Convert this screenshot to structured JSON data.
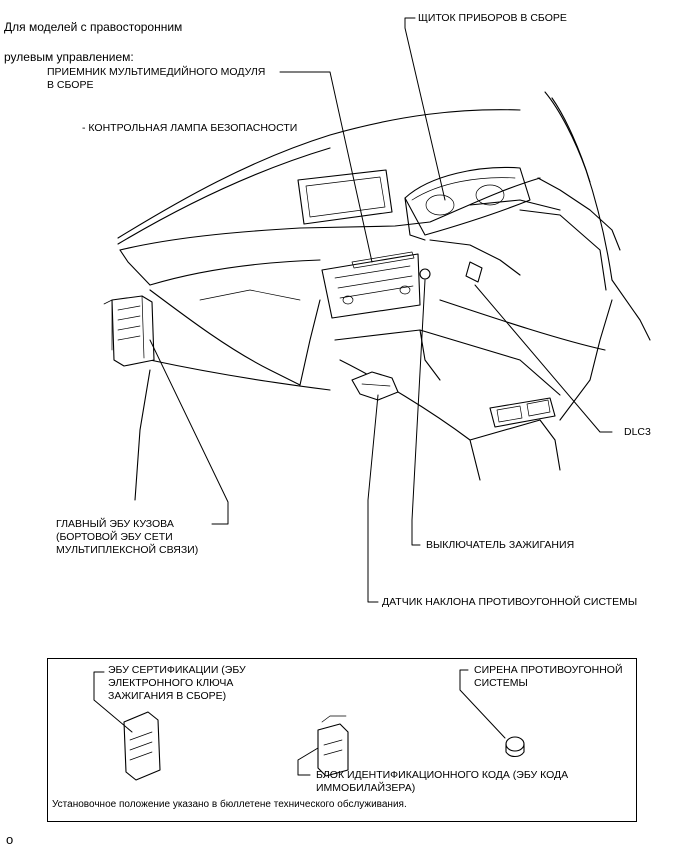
{
  "header": {
    "line1": "Для моделей с правосторонним",
    "line2": "рулевым управлением:"
  },
  "labels": {
    "instrument_cluster": "ЩИТОК ПРИБОРОВ В СБОРЕ",
    "multimedia_receiver": "ПРИЕМНИК МУЛЬТИМЕДИЙНОГО МОДУЛЯ\nВ СБОРЕ",
    "security_lamp": "- КОНТРОЛЬНАЯ ЛАМПА БЕЗОПАСНОСТИ",
    "dlc3": "DLC3",
    "main_body_ecu": "ГЛАВНЫЙ ЭБУ КУЗОВА\n(БОРТОВОЙ ЭБУ СЕТИ\nМУЛЬТИПЛЕКСНОЙ СВЯЗИ)",
    "ignition_switch": "ВЫКЛЮЧАТЕЛЬ ЗАЖИГАНИЯ",
    "tilt_sensor": "ДАТЧИК НАКЛОНА ПРОТИВОУГОННОЙ СИСТЕМЫ"
  },
  "box": {
    "certification_ecu": "ЭБУ СЕРТИФИКАЦИИ (ЭБУ\nЭЛЕКТРОННОГО КЛЮЧА\nЗАЖИГАНИЯ В СБОРЕ)",
    "siren": "СИРЕНА ПРОТИВОУГОННОЙ\nСИСТЕМЫ",
    "immobiliser": "БЛОК ИДЕНТИФИКАЦИОННОГО КОДА (ЭБУ КОДА\nИММОБИЛАЙЗЕРА)",
    "note": "Установочное положение указано в бюллетене технического обслуживания."
  },
  "figure_id": "o"
}
